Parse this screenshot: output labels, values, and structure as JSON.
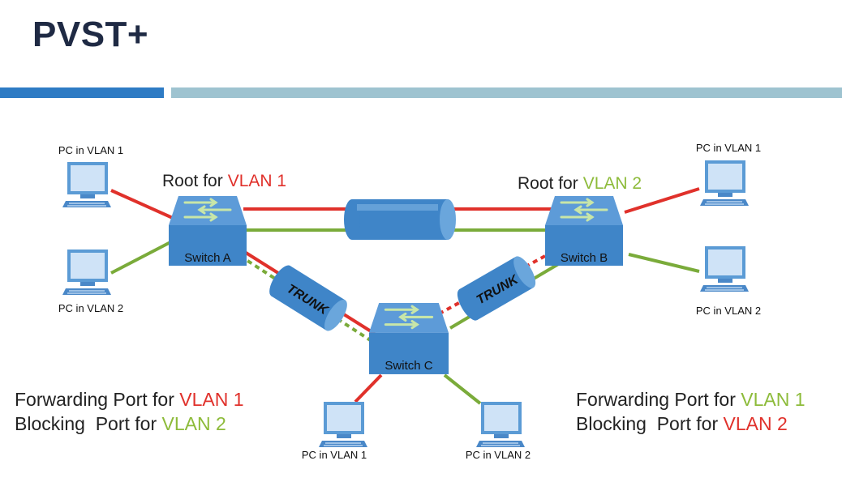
{
  "title": "PVST+",
  "colors": {
    "vlan1": "#e0312b",
    "vlan2": "#7aab3a",
    "switch": "#3d85c6",
    "trunk": "#2f6fb3"
  },
  "switches": {
    "a": {
      "label": "Switch A",
      "root_prefix": "Root for",
      "root_vlan": "VLAN 1"
    },
    "b": {
      "label": "Switch B",
      "root_prefix": "Root for",
      "root_vlan": "VLAN 2"
    },
    "c": {
      "label": "Switch C"
    }
  },
  "trunks": {
    "ac": "TRUNK",
    "bc": "TRUNK"
  },
  "pcs": {
    "a1": "PC in VLAN 1",
    "a2": "PC in VLAN 2",
    "b1": "PC in VLAN 1",
    "b2": "PC in VLAN 2",
    "c1": "PC in VLAN 1",
    "c2": "PC in VLAN 2"
  },
  "legend_left": {
    "line1_prefix": "Forwarding Port for",
    "line1_vlan": "VLAN 1",
    "line2_prefix": "Blocking  Port for",
    "line2_vlan": "VLAN 2"
  },
  "legend_right": {
    "line1_prefix": "Forwarding Port for",
    "line1_vlan": "VLAN 1",
    "line2_prefix": "Blocking  Port for",
    "line2_vlan": "VLAN 2"
  }
}
